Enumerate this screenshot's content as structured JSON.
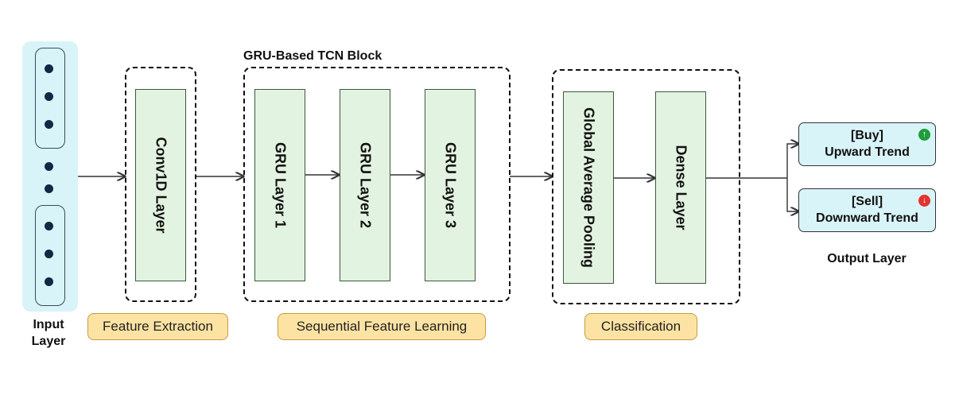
{
  "input": {
    "label_line1": "Input",
    "label_line2": "Layer"
  },
  "feature_extraction": {
    "layer": "Conv1D Layer",
    "tag": "Feature Extraction"
  },
  "tcn_block": {
    "title": "GRU-Based TCN Block",
    "layers": [
      "GRU Layer 1",
      "GRU Layer 2",
      "GRU Layer 3"
    ],
    "tag": "Sequential Feature Learning"
  },
  "classification": {
    "layers": [
      "Global Average Pooling",
      "Dense Layer"
    ],
    "tag": "Classification"
  },
  "output": {
    "buy": {
      "line1": "[Buy]",
      "line2": "Upward Trend",
      "icon": "up-arrow-icon",
      "color": "#1f9d3a"
    },
    "sell": {
      "line1": "[Sell]",
      "line2": "Downward Trend",
      "icon": "down-arrow-icon",
      "color": "#e3342f"
    },
    "label": "Output Layer"
  }
}
